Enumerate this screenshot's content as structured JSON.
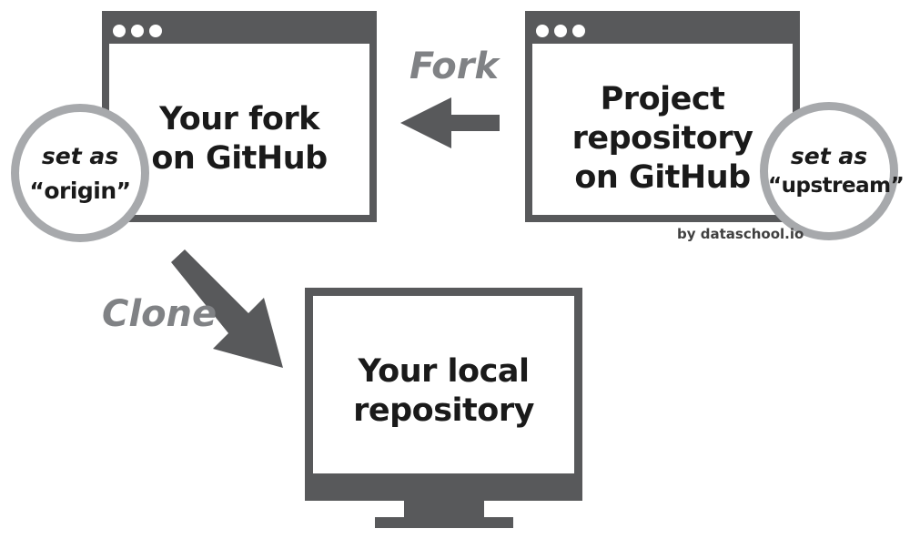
{
  "fork_window": {
    "label_line1": "Your fork",
    "label_line2": "on GitHub"
  },
  "project_window": {
    "label_line1": "Project",
    "label_line2": "repository",
    "label_line3": "on GitHub"
  },
  "origin_badge": {
    "line1": "set as",
    "line2": "“origin”"
  },
  "upstream_badge": {
    "line1": "set as",
    "line2": "“upstream”"
  },
  "fork_arrow": {
    "label": "Fork"
  },
  "clone_arrow": {
    "label": "Clone"
  },
  "local_monitor": {
    "label_line1": "Your local",
    "label_line2": "repository"
  },
  "credit": "by dataschool.io",
  "colors": {
    "dark_gray": "#58595b",
    "mid_gray": "#808285",
    "light_gray": "#a7a9ac",
    "text": "#1a1a1a"
  },
  "icons": {
    "window_dots": "three-dots-icon",
    "fork_arrow": "arrow-left-icon",
    "clone_arrow": "arrow-down-right-icon",
    "monitor": "monitor-icon"
  }
}
